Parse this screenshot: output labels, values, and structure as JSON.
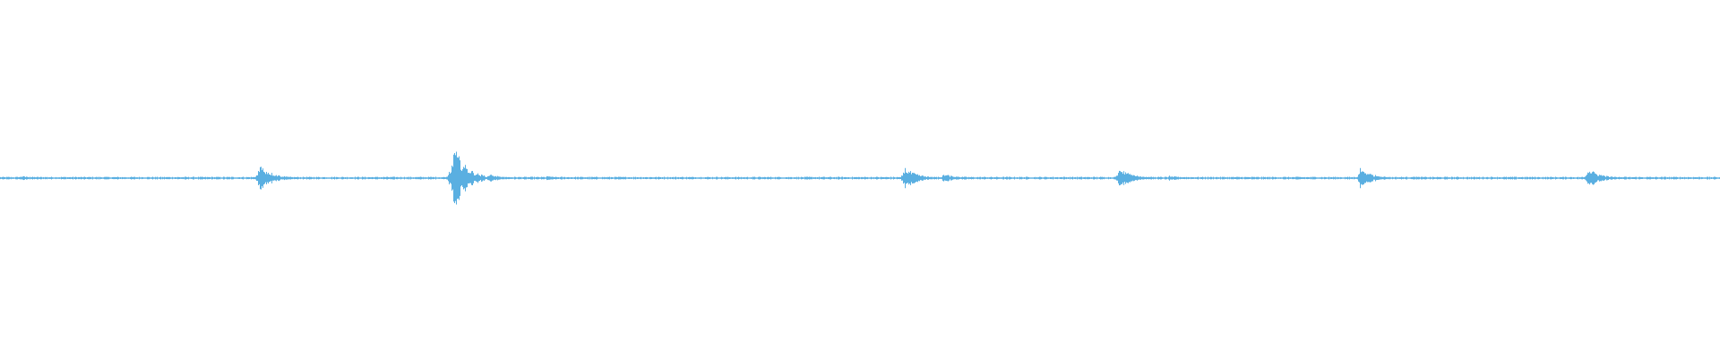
{
  "waveform": {
    "color": "#5aafe1",
    "background": "#ffffff",
    "duration_fraction_bursts": [
      {
        "at": 0.0117,
        "amplitude": 0.015
      },
      {
        "at": 0.1505,
        "amplitude": 0.085
      },
      {
        "at": 0.1531,
        "amplitude": 0.03
      },
      {
        "at": 0.2635,
        "amplitude": 0.19
      },
      {
        "at": 0.2615,
        "amplitude": 0.06
      },
      {
        "at": 0.2667,
        "amplitude": 0.05
      },
      {
        "at": 0.2849,
        "amplitude": 0.022
      },
      {
        "at": 0.3177,
        "amplitude": 0.012
      },
      {
        "at": 0.5255,
        "amplitude": 0.065
      },
      {
        "at": 0.5281,
        "amplitude": 0.025
      },
      {
        "at": 0.5484,
        "amplitude": 0.025
      },
      {
        "at": 0.6505,
        "amplitude": 0.06
      },
      {
        "at": 0.6531,
        "amplitude": 0.03
      },
      {
        "at": 0.6797,
        "amplitude": 0.015
      },
      {
        "at": 0.7906,
        "amplitude": 0.06
      },
      {
        "at": 0.7932,
        "amplitude": 0.03
      },
      {
        "at": 0.8208,
        "amplitude": 0.012
      },
      {
        "at": 0.9229,
        "amplitude": 0.06
      },
      {
        "at": 0.9255,
        "amplitude": 0.03
      }
    ],
    "baseline_noise_amplitude": 0.006
  }
}
